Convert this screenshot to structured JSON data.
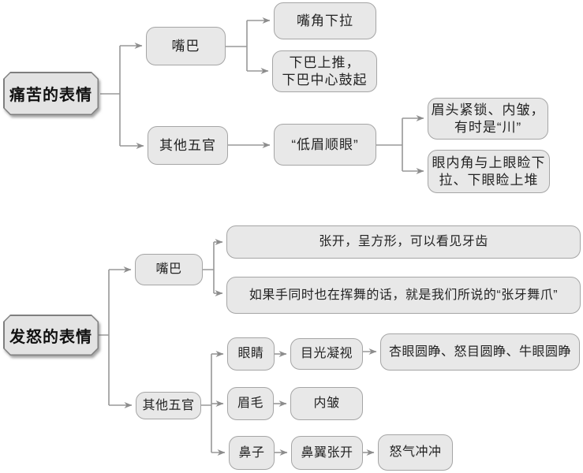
{
  "palette": {
    "node_fill": "#e8e8e8",
    "node_border": "#a5a5a5",
    "root_fill": "#e3e3e3",
    "root_border": "#7f7f7f",
    "line_color": "#949494",
    "text_color": "#232323",
    "background": "#ffffff"
  },
  "pain": {
    "root": "痛苦的表情",
    "mouth": "嘴巴",
    "mouth_corner": "嘴角下拉",
    "chin_line1": "下巴上推，",
    "chin_line2": "下巴中心鼓起",
    "other": "其他五官",
    "lowered_brow": "“低眉顺眼”",
    "brow_line1": "眉头紧锁、内皱，",
    "brow_line2": "有时是“川”",
    "eyelid_line1": "眼内角与上眼睑下",
    "eyelid_line2": "拉、下眼睑上堆"
  },
  "anger": {
    "root": "发怒的表情",
    "mouth": "嘴巴",
    "mouth_open": "张开，呈方形，可以看见牙齿",
    "mouth_wave": "如果手同时也在挥舞的话，就是我们所说的“张牙舞爪”",
    "other": "其他五官",
    "eyes": "眼睛",
    "gaze": "目光凝视",
    "stare_types": "杏眼圆睁、怒目圆睁、牛眼圆睁",
    "brows": "眉毛",
    "inner_wrinkle": "内皱",
    "nose": "鼻子",
    "nostrils_flare": "鼻翼张开",
    "fury": "怒气冲冲"
  }
}
